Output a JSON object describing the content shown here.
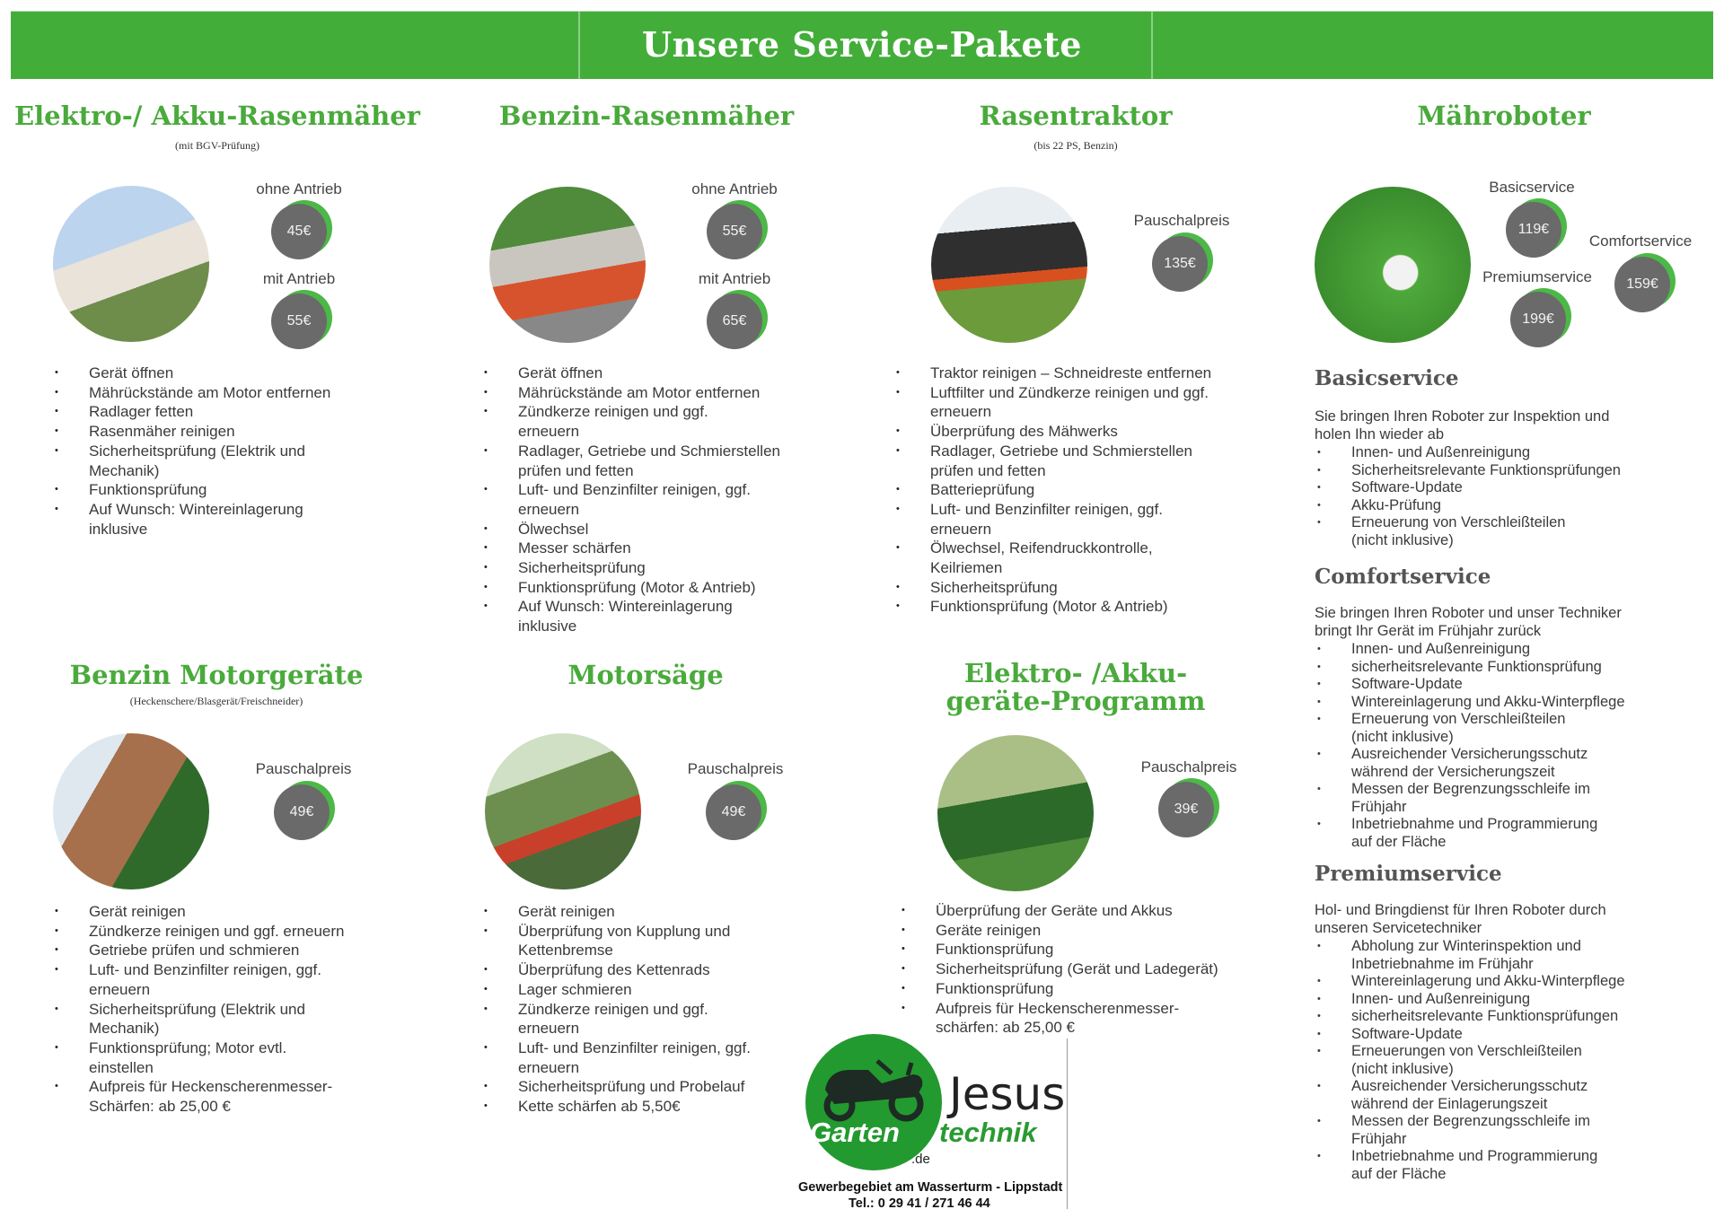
{
  "header": {
    "title": "Unsere Service-Pakete"
  },
  "sections": [
    {
      "title": "Elektro-/ Akku-Rasenmäher",
      "subtitle": "(mit BGV-Prüfung)",
      "prices": [
        {
          "label": "ohne Antrieb",
          "price": "45€"
        },
        {
          "label": "mit Antrieb",
          "price": "55€"
        }
      ],
      "items": [
        "Gerät öffnen",
        "Mährückstände am Motor entfernen",
        "Radlager fetten",
        "Rasenmäher reinigen",
        "Sicherheitsprüfung (Elektrik und\nMechanik)",
        "Funktionsprüfung",
        "Auf Wunsch: Wintereinlagerung\ninklusive"
      ]
    },
    {
      "title": "Benzin-Rasenmäher",
      "prices": [
        {
          "label": "ohne Antrieb",
          "price": "55€"
        },
        {
          "label": "mit Antrieb",
          "price": "65€"
        }
      ],
      "items": [
        "Gerät öffnen",
        "Mährückstände am Motor entfernen",
        "Zündkerze reinigen und ggf.\nerneuern",
        "Radlager, Getriebe und Schmierstellen\nprüfen und fetten",
        "Luft- und Benzinfilter reinigen, ggf.\nerneuern",
        "Ölwechsel",
        "Messer schärfen",
        "Sicherheitsprüfung",
        "Funktionsprüfung (Motor & Antrieb)",
        "Auf Wunsch: Wintereinlagerung\ninklusive"
      ]
    },
    {
      "title": "Rasentraktor",
      "subtitle": "(bis 22 PS, Benzin)",
      "prices": [
        {
          "label": "Pauschalpreis",
          "price": "135€"
        }
      ],
      "items": [
        "Traktor reinigen – Schneidreste entfernen",
        "Luftfilter und Zündkerze reinigen und ggf.\nerneuern",
        "Überprüfung des Mähwerks",
        "Radlager, Getriebe und Schmierstellen\nprüfen und fetten",
        "Batterieprüfung",
        "Luft- und Benzinfilter reinigen, ggf.\nerneuern",
        "Ölwechsel, Reifendruckkontrolle,\nKeilriemen",
        "Sicherheitsprüfung",
        "Funktionsprüfung (Motor & Antrieb)"
      ]
    },
    {
      "title": "Mähroboter",
      "prices": [
        {
          "label": "Basicservice",
          "price": "119€"
        },
        {
          "label": "Comfortservice",
          "price": "159€"
        },
        {
          "label": "Premiumservice",
          "price": "199€"
        }
      ]
    },
    {
      "title": "Benzin Motorgeräte",
      "subtitle": "(Heckenschere/Blasgerät/Freischneider)",
      "prices": [
        {
          "label": "Pauschalpreis",
          "price": "49€"
        }
      ],
      "items": [
        "Gerät reinigen",
        "Zündkerze reinigen und ggf. erneuern",
        "Getriebe prüfen und schmieren",
        "Luft- und Benzinfilter reinigen, ggf.\nerneuern",
        "Sicherheitsprüfung (Elektrik und\nMechanik)",
        "Funktionsprüfung; Motor evtl.\neinstellen",
        "Aufpreis für Heckenscherenmesser-\nSchärfen: ab 25,00 €"
      ]
    },
    {
      "title": "Motorsäge",
      "prices": [
        {
          "label": "Pauschalpreis",
          "price": "49€"
        }
      ],
      "items": [
        "Gerät reinigen",
        "Überprüfung von Kupplung und\nKettenbremse",
        "Überprüfung des Kettenrads",
        "Lager schmieren",
        "Zündkerze reinigen und ggf.\nerneuern",
        "Luft- und Benzinfilter reinigen, ggf.\nerneuern",
        "Sicherheitsprüfung und Probelauf",
        "Kette schärfen ab 5,50€"
      ]
    },
    {
      "title": "Elektro- /Akku-",
      "title2": "geräte-Programm",
      "prices": [
        {
          "label": "Pauschalpreis",
          "price": "39€"
        }
      ],
      "items": [
        "Überprüfung der Geräte und Akkus",
        "Geräte reinigen",
        "Funktionsprüfung",
        "Sicherheitsprüfung (Gerät und Ladegerät)",
        "Funktionsprüfung",
        "Aufpreis für Heckenscherenmesser-\nschärfen: ab 25,00 €"
      ]
    }
  ],
  "robot": [
    {
      "heading": "Basicservice",
      "intro": "Sie bringen Ihren Roboter zur Inspektion und\nholen Ihn wieder ab",
      "items": [
        "Innen- und Außenreinigung",
        "Sicherheitsrelevante Funktionsprüfungen",
        "Software-Update",
        "Akku-Prüfung",
        "Erneuerung von Verschleißteilen\n(nicht inklusive)"
      ]
    },
    {
      "heading": "Comfortservice",
      "intro": "Sie bringen Ihren Roboter und unser Techniker\nbringt Ihr Gerät im Frühjahr zurück",
      "items": [
        "Innen- und Außenreinigung",
        "sicherheitsrelevante Funktionsprüfung",
        "Software-Update",
        "Wintereinlagerung und Akku-Winterpflege",
        "Erneuerung von Verschleißteilen\n(nicht inklusive)",
        "Ausreichender Versicherungsschutz\nwährend der Versicherungszeit",
        "Messen der Begrenzungsschleife im\nFrühjahr",
        "Inbetriebnahme und Programmierung\nauf der Fläche"
      ]
    },
    {
      "heading": "Premiumservice",
      "intro": "Hol- und Bringdienst für Ihren Roboter durch\nunseren Servicetechniker",
      "items": [
        "Abholung zur Winterinspektion und\nInbetriebnahme im Frühjahr",
        "Wintereinlagerung und Akku-Winterpflege",
        "Innen- und Außenreinigung",
        "sicherheitsrelevante Funktionsprüfungen",
        "Software-Update",
        "Erneuerungen von Verschleißteilen\n(nicht inklusive)",
        "Ausreichender Versicherungsschutz\nwährend der Einlagerungszeit",
        "Messen der Begrenzungsschleife im\nFrühjahr",
        "Inbetriebnahme und Programmierung\nauf der Fläche"
      ]
    }
  ],
  "logo": {
    "name": "Jesus",
    "garten": "Garten",
    "technik": "technik",
    "tld": ".de",
    "address": "Gewerbegebiet am Wasserturm - Lippstadt",
    "phone": "Tel.: 0 29 41 / 271 46 44"
  },
  "colors": {
    "green": "#43ad3a",
    "title_green": "#4aaa3c",
    "bubble": "#6a6a6a"
  }
}
